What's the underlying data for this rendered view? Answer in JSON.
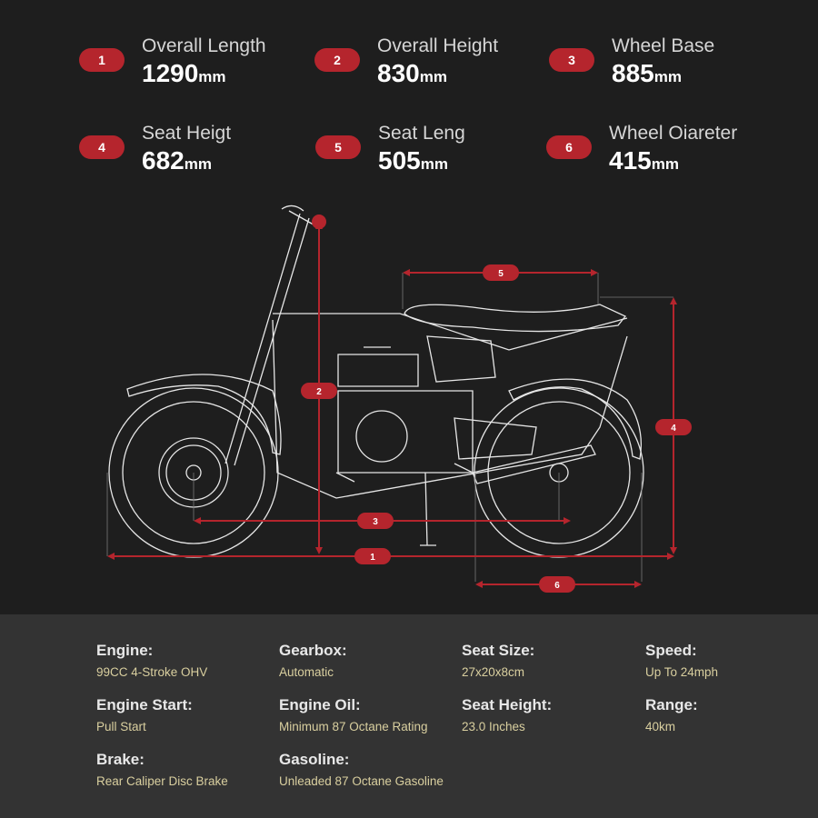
{
  "dimensions": [
    {
      "num": "1",
      "label": "Overall Length",
      "value": "1290",
      "unit": "mm"
    },
    {
      "num": "2",
      "label": "Overall Height",
      "value": "830",
      "unit": "mm"
    },
    {
      "num": "3",
      "label": "Wheel Base",
      "value": "885",
      "unit": "mm"
    },
    {
      "num": "4",
      "label": "Seat Heigt",
      "value": "682",
      "unit": "mm"
    },
    {
      "num": "5",
      "label": "Seat Leng",
      "value": "505",
      "unit": "mm"
    },
    {
      "num": "6",
      "label": "Wheel Oiareter",
      "value": "415",
      "unit": "mm"
    }
  ],
  "specs": [
    {
      "label": "Engine:",
      "value": "99CC 4-Stroke OHV"
    },
    {
      "label": "Engine Start:",
      "value": "Pull Start"
    },
    {
      "label": "Brake:",
      "value": "Rear Caliper Disc Brake"
    },
    {
      "label": "Gearbox:",
      "value": "Automatic"
    },
    {
      "label": "Engine Oil:",
      "value": "Minimum 87 Octane Rating"
    },
    {
      "label": "Gasoline:",
      "value": "Unleaded 87 Octane Gasoline"
    },
    {
      "label": "Seat Size:",
      "value": "27x20x8cm"
    },
    {
      "label": "Seat Height:",
      "value": "23.0 Inches"
    },
    {
      "label": "Speed:",
      "value": "Up To 24mph"
    },
    {
      "label": "Range:",
      "value": "40km"
    }
  ],
  "colors": {
    "accent": "#b5252d",
    "value_text": "#d9cf9f",
    "top_bg": "#1e1e1e",
    "bottom_bg": "#333333"
  }
}
